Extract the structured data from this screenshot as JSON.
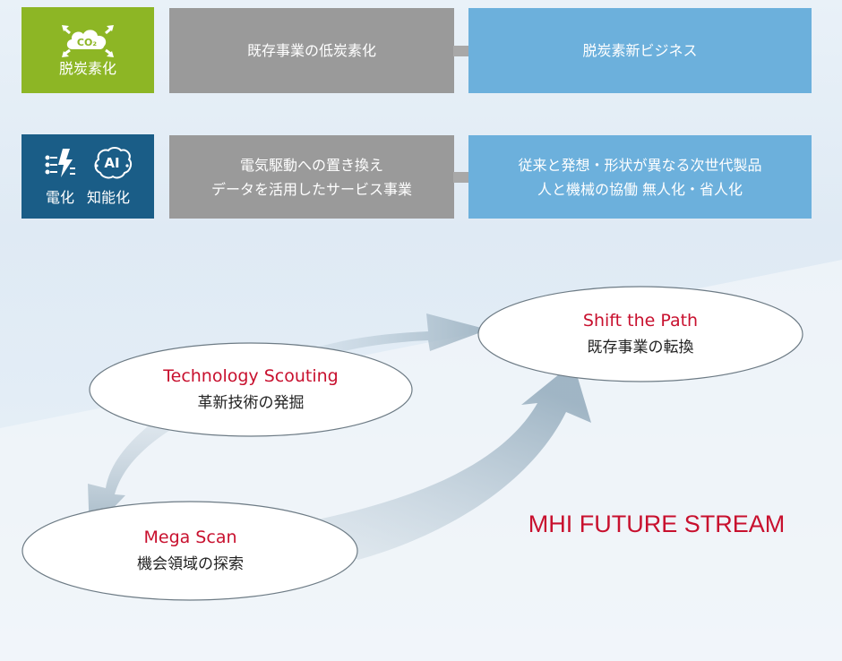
{
  "tiles": {
    "decarbonization": {
      "icon_text": "CO₂",
      "label": "脱炭素化",
      "color": "#8db625"
    },
    "electrification": {
      "label": "電化",
      "color": "#1a5d87"
    },
    "intelligence": {
      "icon_text": "AI",
      "label": "知能化"
    }
  },
  "row1": {
    "current": "既存事業の低炭素化",
    "future": "脱炭素新ビジネス"
  },
  "row2": {
    "current_lines": [
      "電気駆動への置き換え",
      "データを活用したサービス事業"
    ],
    "future_lines": [
      "従来と発想・形状が異なる次世代製品",
      "人と機械の協働 無人化・省人化"
    ]
  },
  "cycle": {
    "technology_scouting": {
      "en": "Technology Scouting",
      "jp": "革新技術の発掘"
    },
    "shift_the_path": {
      "en": "Shift the Path",
      "jp": "既存事業の転換"
    },
    "mega_scan": {
      "en": "Mega Scan",
      "jp": "機会領域の探索"
    }
  },
  "brand_title": "MHI FUTURE STREAM",
  "colors": {
    "accent_red": "#c8102e",
    "gray_box": "#9a9a9a",
    "blue_box": "#6cb0dc"
  }
}
